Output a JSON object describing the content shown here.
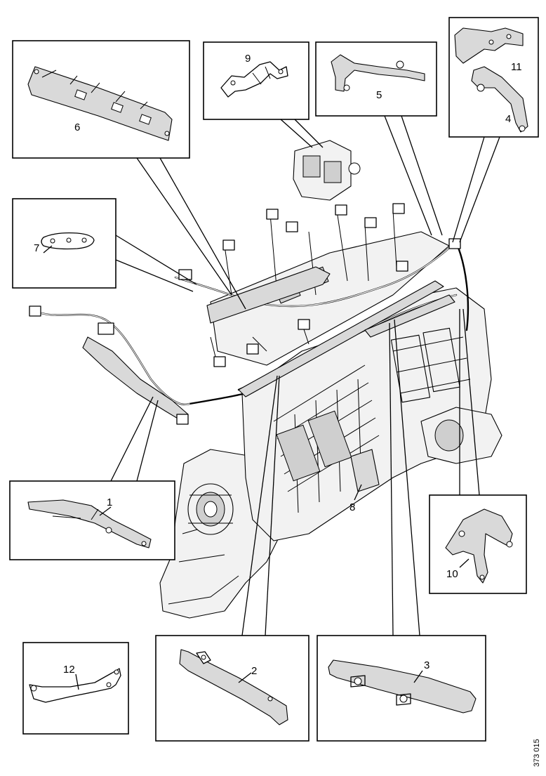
{
  "diagram": {
    "reference": "373 015",
    "callouts": [
      {
        "id": "1",
        "label": "1"
      },
      {
        "id": "2",
        "label": "2"
      },
      {
        "id": "3",
        "label": "3"
      },
      {
        "id": "4",
        "label": "4"
      },
      {
        "id": "5",
        "label": "5"
      },
      {
        "id": "6",
        "label": "6"
      },
      {
        "id": "7",
        "label": "7"
      },
      {
        "id": "8",
        "label": "8"
      },
      {
        "id": "9",
        "label": "9"
      },
      {
        "id": "10",
        "label": "10"
      },
      {
        "id": "11",
        "label": "11"
      },
      {
        "id": "12",
        "label": "12"
      }
    ]
  }
}
